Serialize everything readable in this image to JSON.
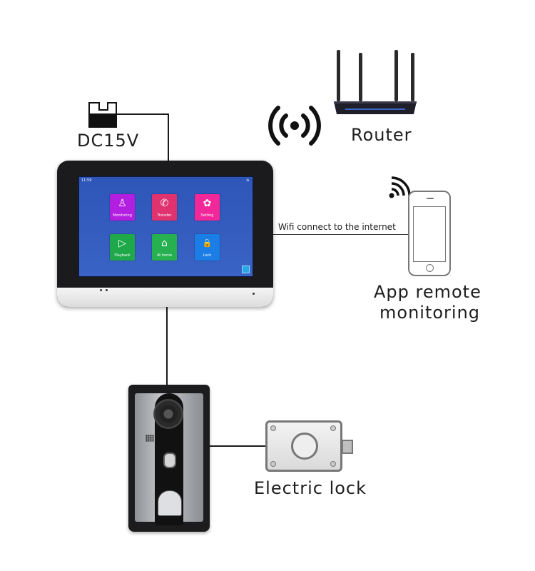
{
  "labels": {
    "power": "DC15V",
    "router": "Router",
    "wifi_link": "Wifi connect to the internet",
    "app_line1": "App  remote",
    "app_line2": "monitoring",
    "lock": "Electric lock"
  },
  "monitor_screen": {
    "time": "11:59",
    "status_icon": "⌂",
    "tiles": [
      {
        "label": "Monitoring",
        "icon": "person-icon",
        "glyph": "♙",
        "color": "#b31fe0"
      },
      {
        "label": "Transfer",
        "icon": "phone-icon",
        "glyph": "✆",
        "color": "#e0326e"
      },
      {
        "label": "Setting",
        "icon": "gear-icon",
        "glyph": "✿",
        "color": "#f2279a"
      },
      {
        "label": "Playback",
        "icon": "play-icon",
        "glyph": "▷",
        "color": "#1fa84a"
      },
      {
        "label": "At home",
        "icon": "home-icon",
        "glyph": "⌂",
        "color": "#26b04f"
      },
      {
        "label": "Lock",
        "icon": "lock-icon",
        "glyph": "🔒",
        "color": "#1a7ee6"
      }
    ]
  }
}
